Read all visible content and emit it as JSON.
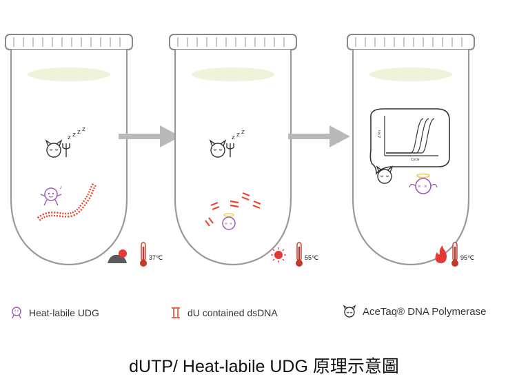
{
  "title": "dUTP/ Heat-labile UDG  原理示意圖",
  "steps": [
    {
      "temperature": "37℃"
    },
    {
      "temperature": "55℃"
    },
    {
      "temperature": "95℃"
    }
  ],
  "pcr_plot": {
    "y_axis": "Δ Rn",
    "x_axis": "Cycle"
  },
  "legend": [
    {
      "icon": "udg-enzyme-icon",
      "label": "Heat-labile UDG"
    },
    {
      "icon": "du-dsdna-icon",
      "label": "dU contained dsDNA"
    },
    {
      "icon": "polymerase-icon",
      "label": "AceTaq® DNA Polymerase"
    }
  ],
  "colors": {
    "udg": "#9b59b6",
    "dna": "#e8472e",
    "arrow": "#b9b9b9",
    "liquid": "#eef3d9",
    "thermo": "#c0392b"
  }
}
